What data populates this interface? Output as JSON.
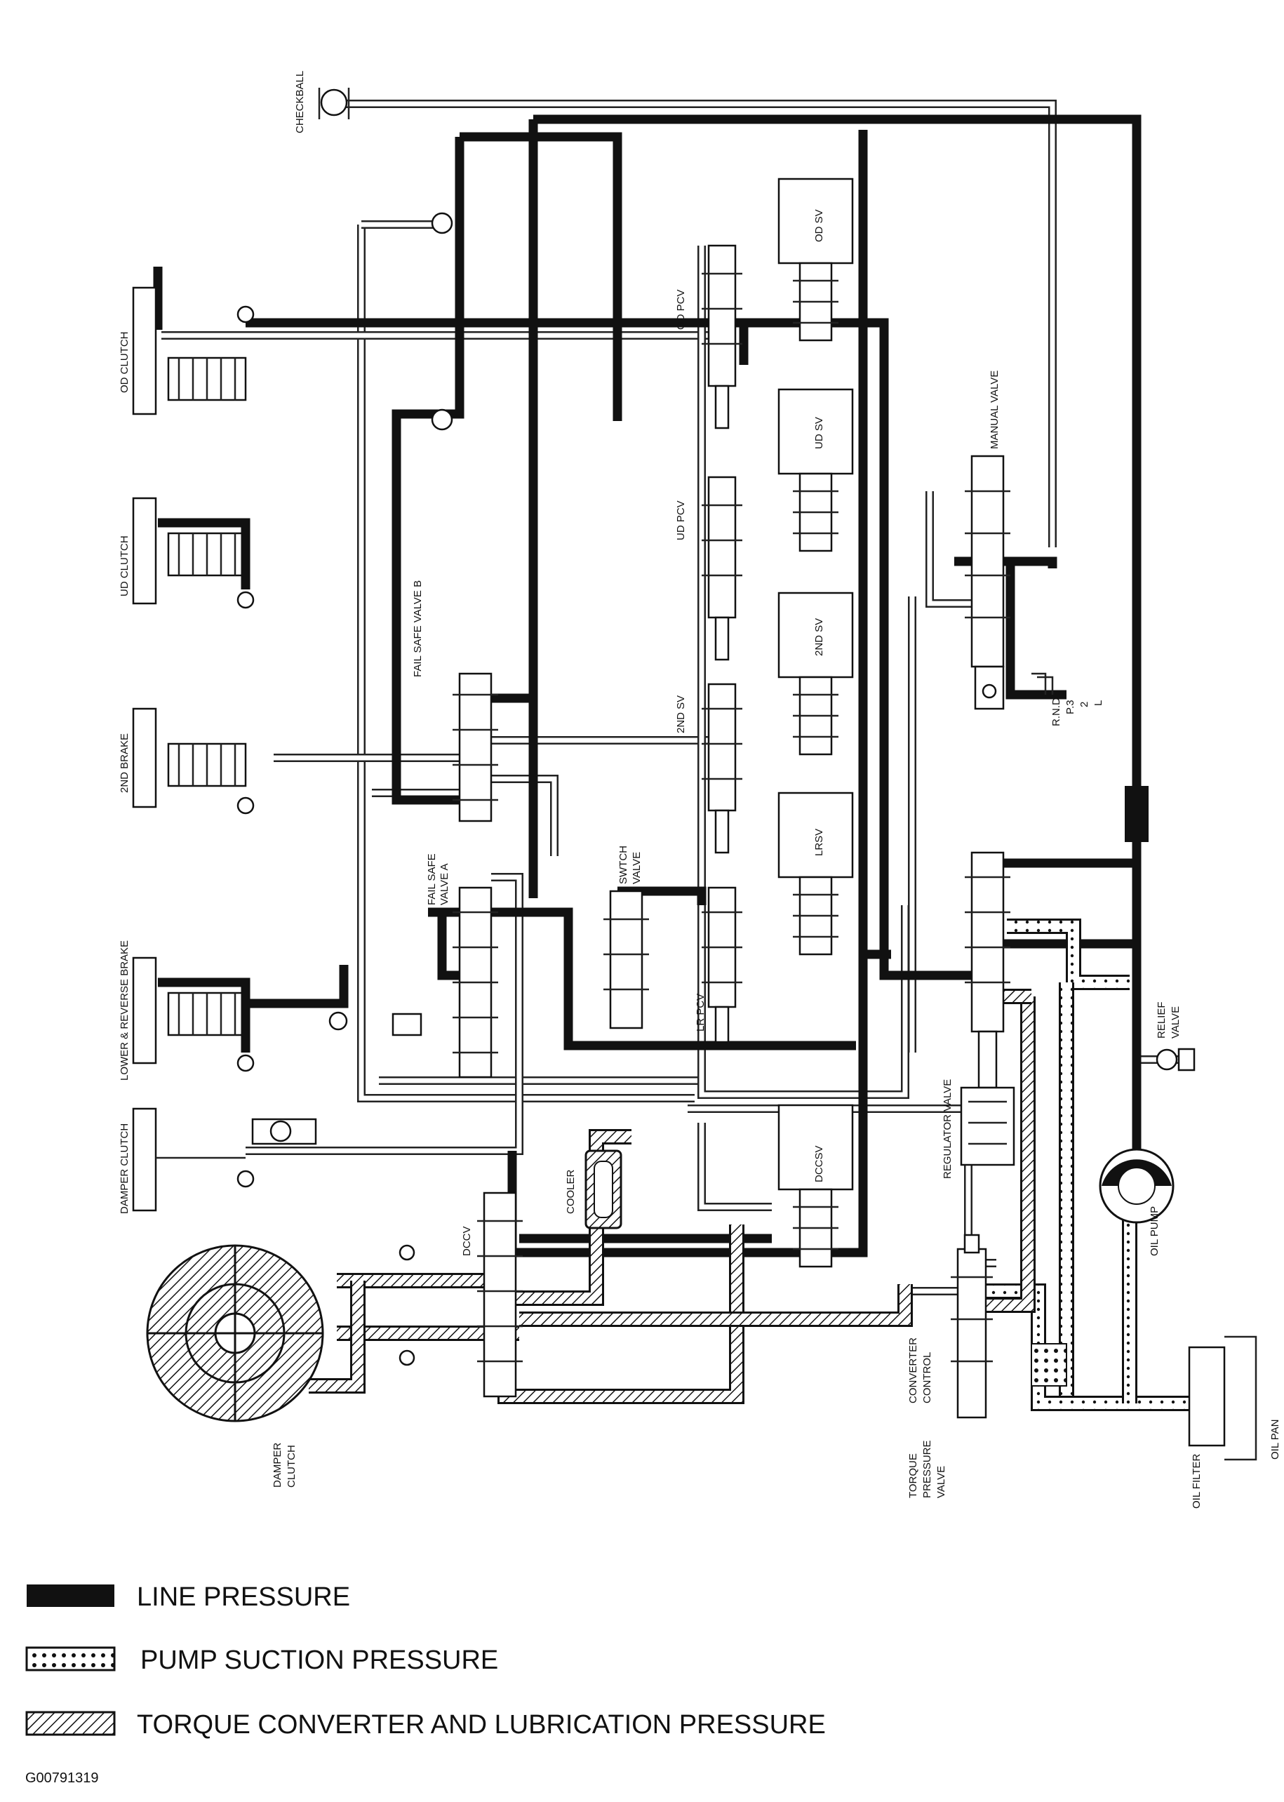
{
  "labels": {
    "checkball": "CHECKBALL",
    "od_clutch": "OD CLUTCH",
    "ud_clutch": "UD CLUTCH",
    "second_brake": "2ND BRAKE",
    "lower_reverse_brake": "LOWER & REVERSE BRAKE",
    "damper_clutch_left": "DAMPER CLUTCH",
    "fail_safe_valve_b": "FAIL SAFE VALVE B",
    "fail_safe_valve_a_1": "FAIL SAFE",
    "fail_safe_valve_a_2": "VALVE A",
    "switch_valve_1": "SWTCH",
    "switch_valve_2": "VALVE",
    "od_sv": "OD SV",
    "ud_sv": "UD SV",
    "second_sv_box": "2ND SV",
    "lrsv": "LRSV",
    "od_pcv": "OD PCV",
    "ud_pcv": "UD PCV",
    "second_sv": "2ND SV",
    "lr_pcv": "LR PCV",
    "manual_valve": "MANUAL VALVE",
    "rnd": "R.N.D",
    "p3": "P.3",
    "two": "2",
    "l": "L",
    "relief_valve_1": "RELIEF",
    "relief_valve_2": "VALVE",
    "regulator_valve": "REGULATOR VALVE",
    "oil_pump": "OIL PUMP",
    "dccsv": "DCCSV",
    "dccv": "DCCV",
    "cooler": "COOLER",
    "converter_control_1": "CONVERTER",
    "converter_control_2": "CONTROL",
    "torque_pressure_valve_1": "TORQUE",
    "torque_pressure_valve_2": "PRESSURE",
    "torque_pressure_valve_3": "VALVE",
    "damper_clutch_bottom_1": "DAMPER",
    "damper_clutch_bottom_2": "CLUTCH",
    "oil_filter": "OIL FILTER",
    "oil_pan": "OIL PAN"
  },
  "legend": [
    {
      "pattern": "line",
      "label": "LINE PRESSURE"
    },
    {
      "pattern": "dots",
      "label": "PUMP SUCTION PRESSURE"
    },
    {
      "pattern": "hatch",
      "label": "TORQUE CONVERTER AND LUBRICATION PRESSURE"
    }
  ],
  "figure_id": "G00791319",
  "colors": {
    "ink": "#111111",
    "paper": "#ffffff"
  }
}
